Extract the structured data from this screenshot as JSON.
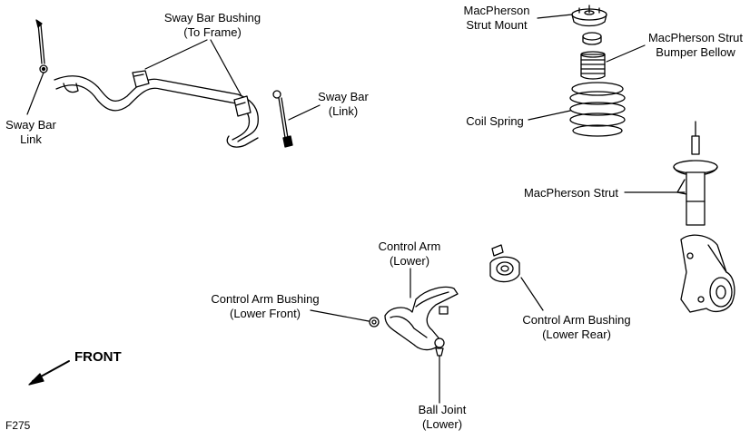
{
  "labels": {
    "sway_bar_bushing": [
      "Sway Bar Bushing",
      "(To Frame)"
    ],
    "sway_bar_link_right": [
      "Sway Bar",
      "(Link)"
    ],
    "sway_bar_link_left": [
      "Sway Bar",
      "Link"
    ],
    "strut_mount": [
      "MacPherson",
      "Strut Mount"
    ],
    "bumper_bellow": [
      "MacPherson Strut",
      "Bumper Bellow"
    ],
    "coil_spring": [
      "Coil Spring"
    ],
    "macpherson_strut": [
      "MacPherson Strut"
    ],
    "control_arm": [
      "Control Arm",
      "(Lower)"
    ],
    "bushing_front": [
      "Control Arm Bushing",
      "(Lower Front)"
    ],
    "bushing_rear": [
      "Control Arm Bushing",
      "(Lower Rear)"
    ],
    "ball_joint": [
      "Ball Joint",
      "(Lower)"
    ]
  },
  "front_label": "FRONT",
  "figure_code": "F275"
}
